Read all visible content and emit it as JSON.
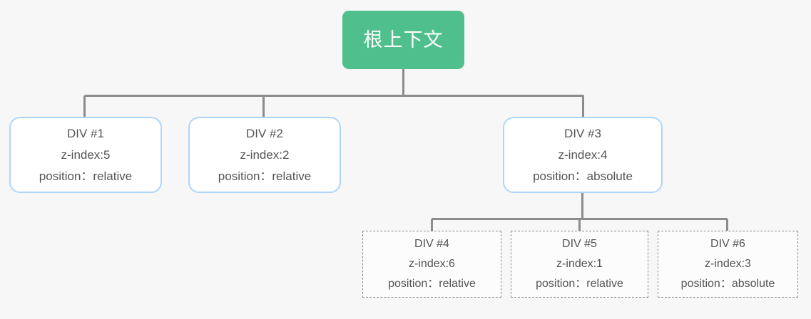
{
  "diagram": {
    "title_text": "根上下文",
    "background_color": "#f7f7f7",
    "accent_color": "#4fc08d",
    "box_border_color": "#aed6fa",
    "dashed_border_color": "#8d8d8d",
    "text_color": "#545454",
    "edge_color": "#8c8c8c",
    "root": {
      "label": "根上下文"
    },
    "nodes": [
      {
        "name": "div-1",
        "title": "DIV #1",
        "zindex": "z-index:5",
        "position": "position：relative"
      },
      {
        "name": "div-2",
        "title": "DIV #2",
        "zindex": "z-index:2",
        "position": "position：relative"
      },
      {
        "name": "div-3",
        "title": "DIV #3",
        "zindex": "z-index:4",
        "position": "position：absolute"
      },
      {
        "name": "div-4",
        "title": "DIV #4",
        "zindex": "z-index:6",
        "position": "position：relative"
      },
      {
        "name": "div-5",
        "title": "DIV #5",
        "zindex": "z-index:1",
        "position": "position：relative"
      },
      {
        "name": "div-6",
        "title": "DIV #6",
        "zindex": "z-index:3",
        "position": "position：absolute"
      }
    ]
  }
}
